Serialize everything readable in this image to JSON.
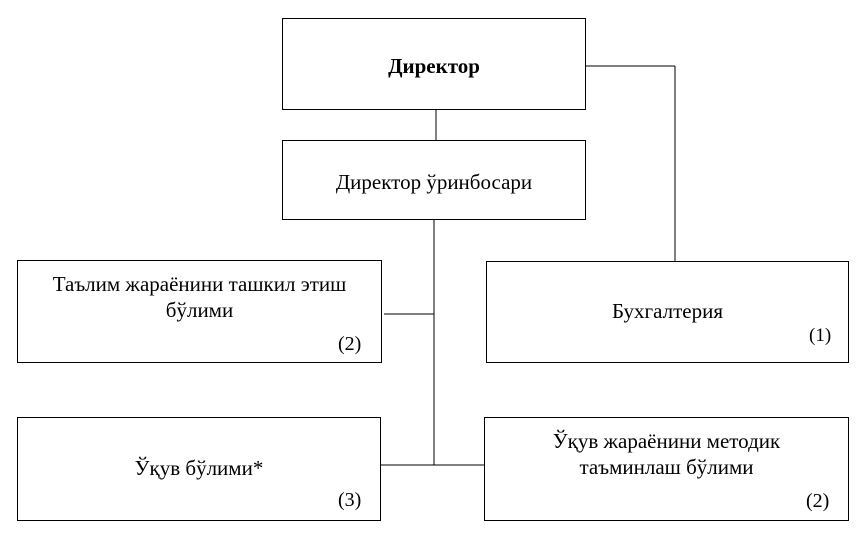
{
  "chart": {
    "director": {
      "title": "Директор"
    },
    "deputy": {
      "title": "Директор ўринбосари"
    },
    "accounting": {
      "title": "Бухгалтерия",
      "count": "(1)"
    },
    "education_process_dept": {
      "title": "Таълим жараёнини ташкил этиш\nбўлими",
      "count": "(2)"
    },
    "study_dept": {
      "title": "Ўқув бўлими*",
      "count": "(3)"
    },
    "methodical_dept": {
      "title": "Ўқув жараёнини методик\nтаъминлаш бўлими",
      "count": "(2)"
    }
  }
}
